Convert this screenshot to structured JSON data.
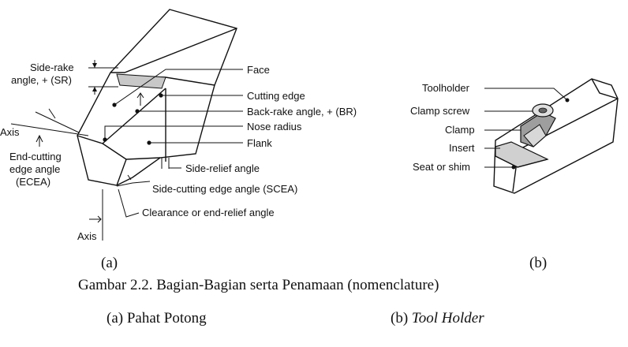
{
  "diagram_a": {
    "labels": {
      "side_rake_line1": "Side-rake",
      "side_rake_line2": "angle, + (SR)",
      "axis_left": "Axis",
      "end_cutting_line1": "End-cutting",
      "end_cutting_line2": "edge angle",
      "end_cutting_line3": "(ECEA)",
      "face": "Face",
      "cutting_edge": "Cutting edge",
      "back_rake": "Back-rake angle, + (BR)",
      "nose_radius": "Nose radius",
      "flank": "Flank",
      "side_relief": "Side-relief angle",
      "scea": "Side-cutting edge angle (SCEA)",
      "clearance": "Clearance or end-relief angle",
      "axis_bottom": "Axis"
    },
    "panel_label": "(a)"
  },
  "diagram_b": {
    "labels": {
      "toolholder": "Toolholder",
      "clamp_screw": "Clamp screw",
      "clamp": "Clamp",
      "insert": "Insert",
      "seat": "Seat or shim"
    },
    "panel_label": "(b)"
  },
  "caption": {
    "title": "Gambar 2.2.  Bagian-Bagian serta Penamaan (nomenclature)",
    "sub_a": "(a) Pahat Potong",
    "sub_b_prefix": "(b) ",
    "sub_b_italic": "Tool Holder"
  }
}
